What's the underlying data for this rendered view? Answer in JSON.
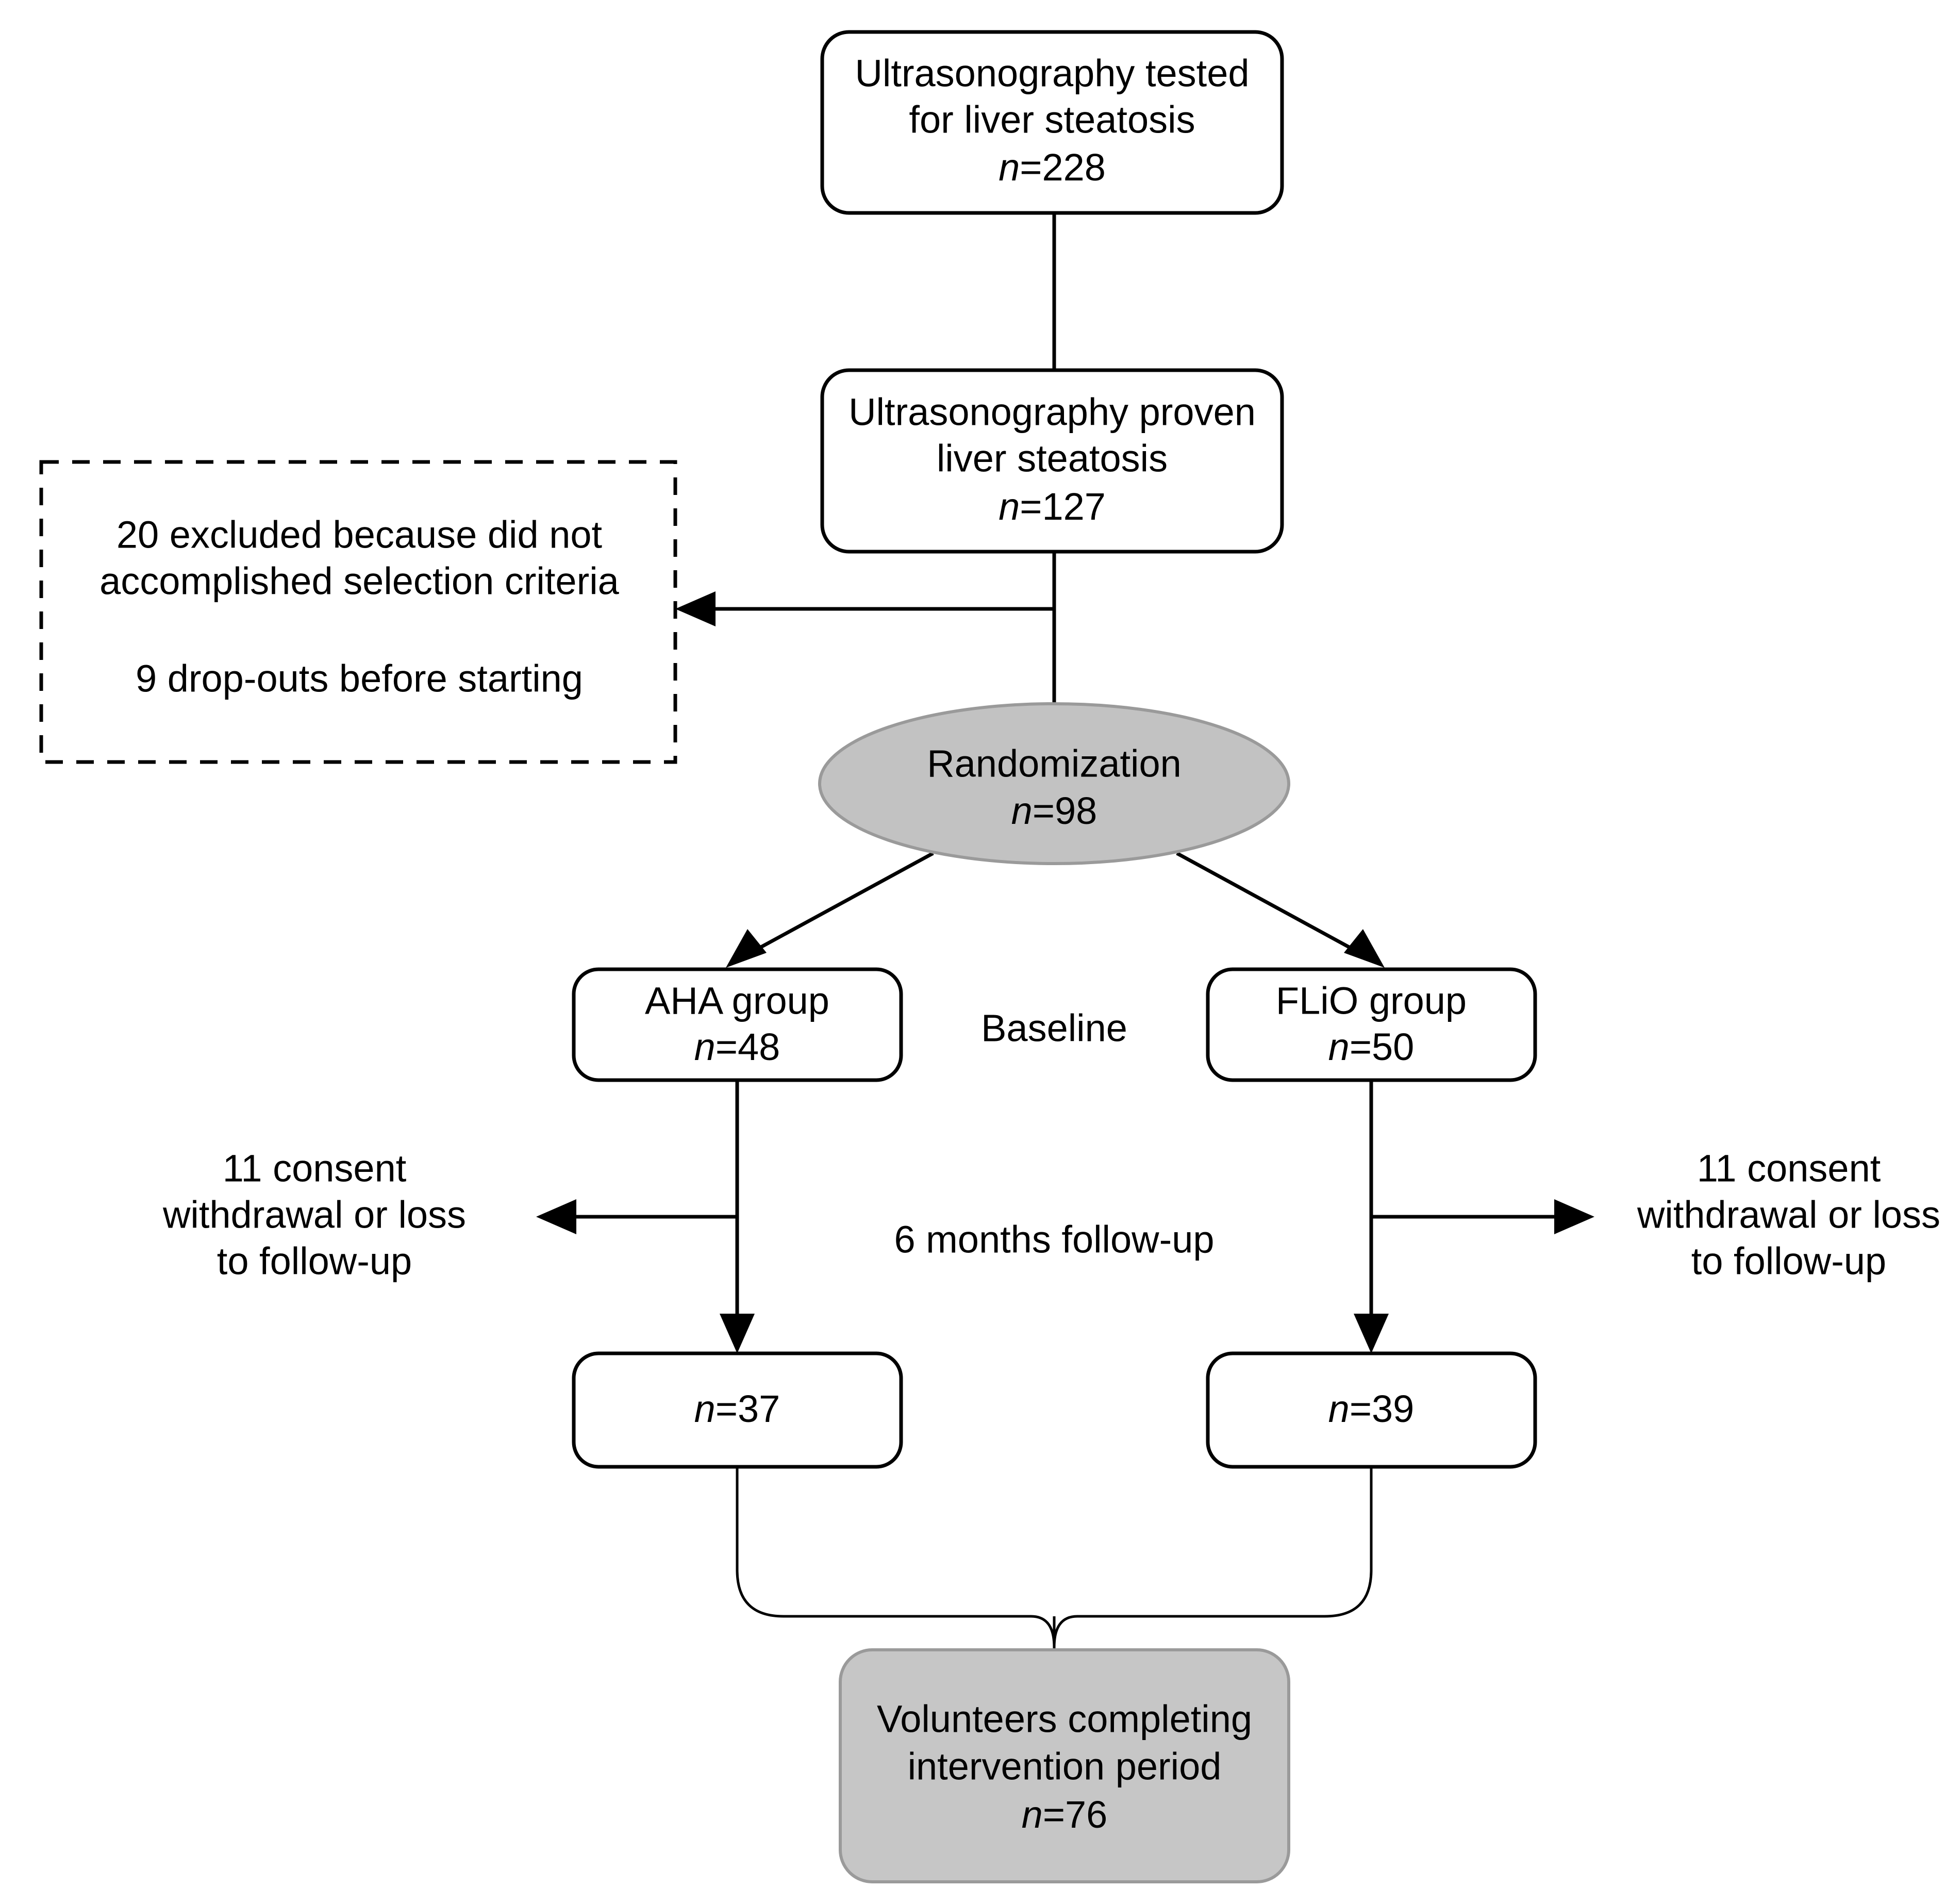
{
  "diagram": {
    "type": "flowchart",
    "title": "CONSORT participant flow diagram",
    "nodes": {
      "screened": {
        "line1": "Ultrasonography tested",
        "line2": "for liver steatosis",
        "n_prefix": "n",
        "n_value": "=228",
        "shape": "rounded-rect",
        "fill": "#ffffff"
      },
      "proven": {
        "line1": "Ultrasonography proven",
        "line2": "liver steatosis",
        "n_prefix": "n",
        "n_value": "=127",
        "shape": "rounded-rect",
        "fill": "#ffffff"
      },
      "excluded": {
        "line1": "20 excluded because did not",
        "line2": "accomplished selection criteria",
        "line3": "9 drop-outs before starting",
        "shape": "dashed-rect",
        "fill": "#ffffff"
      },
      "randomization": {
        "line1": "Randomization",
        "n_prefix": "n",
        "n_value": "=98",
        "shape": "ellipse",
        "fill": "#c2c2c2"
      },
      "aha_group": {
        "line1": "AHA group",
        "n_prefix": "n",
        "n_value": "=48",
        "shape": "rounded-rect",
        "fill": "#ffffff"
      },
      "flio_group": {
        "line1": "FLiO group",
        "n_prefix": "n",
        "n_value": "=50",
        "shape": "rounded-rect",
        "fill": "#ffffff"
      },
      "aha_followup": {
        "n_prefix": "n",
        "n_value": "=37",
        "shape": "rounded-rect",
        "fill": "#ffffff"
      },
      "flio_followup": {
        "n_prefix": "n",
        "n_value": "=39",
        "shape": "rounded-rect",
        "fill": "#ffffff"
      },
      "completers": {
        "line1": "Volunteers completing",
        "line2": "intervention period",
        "n_prefix": "n",
        "n_value": "=76",
        "shape": "rounded-rect",
        "fill": "#c6c6c6"
      }
    },
    "stage_labels": {
      "baseline": "Baseline",
      "followup": "6 months follow-up"
    },
    "side_notes": {
      "left_dropout": {
        "line1": "11 consent",
        "line2": "withdrawal or loss",
        "line3": "to follow-up"
      },
      "right_dropout": {
        "line1": "11 consent",
        "line2": "withdrawal or loss",
        "line3": "to follow-up"
      }
    },
    "colors": {
      "stroke": "#000000",
      "shaded_fill": "#c2c2c2",
      "plain_fill": "#ffffff"
    }
  }
}
